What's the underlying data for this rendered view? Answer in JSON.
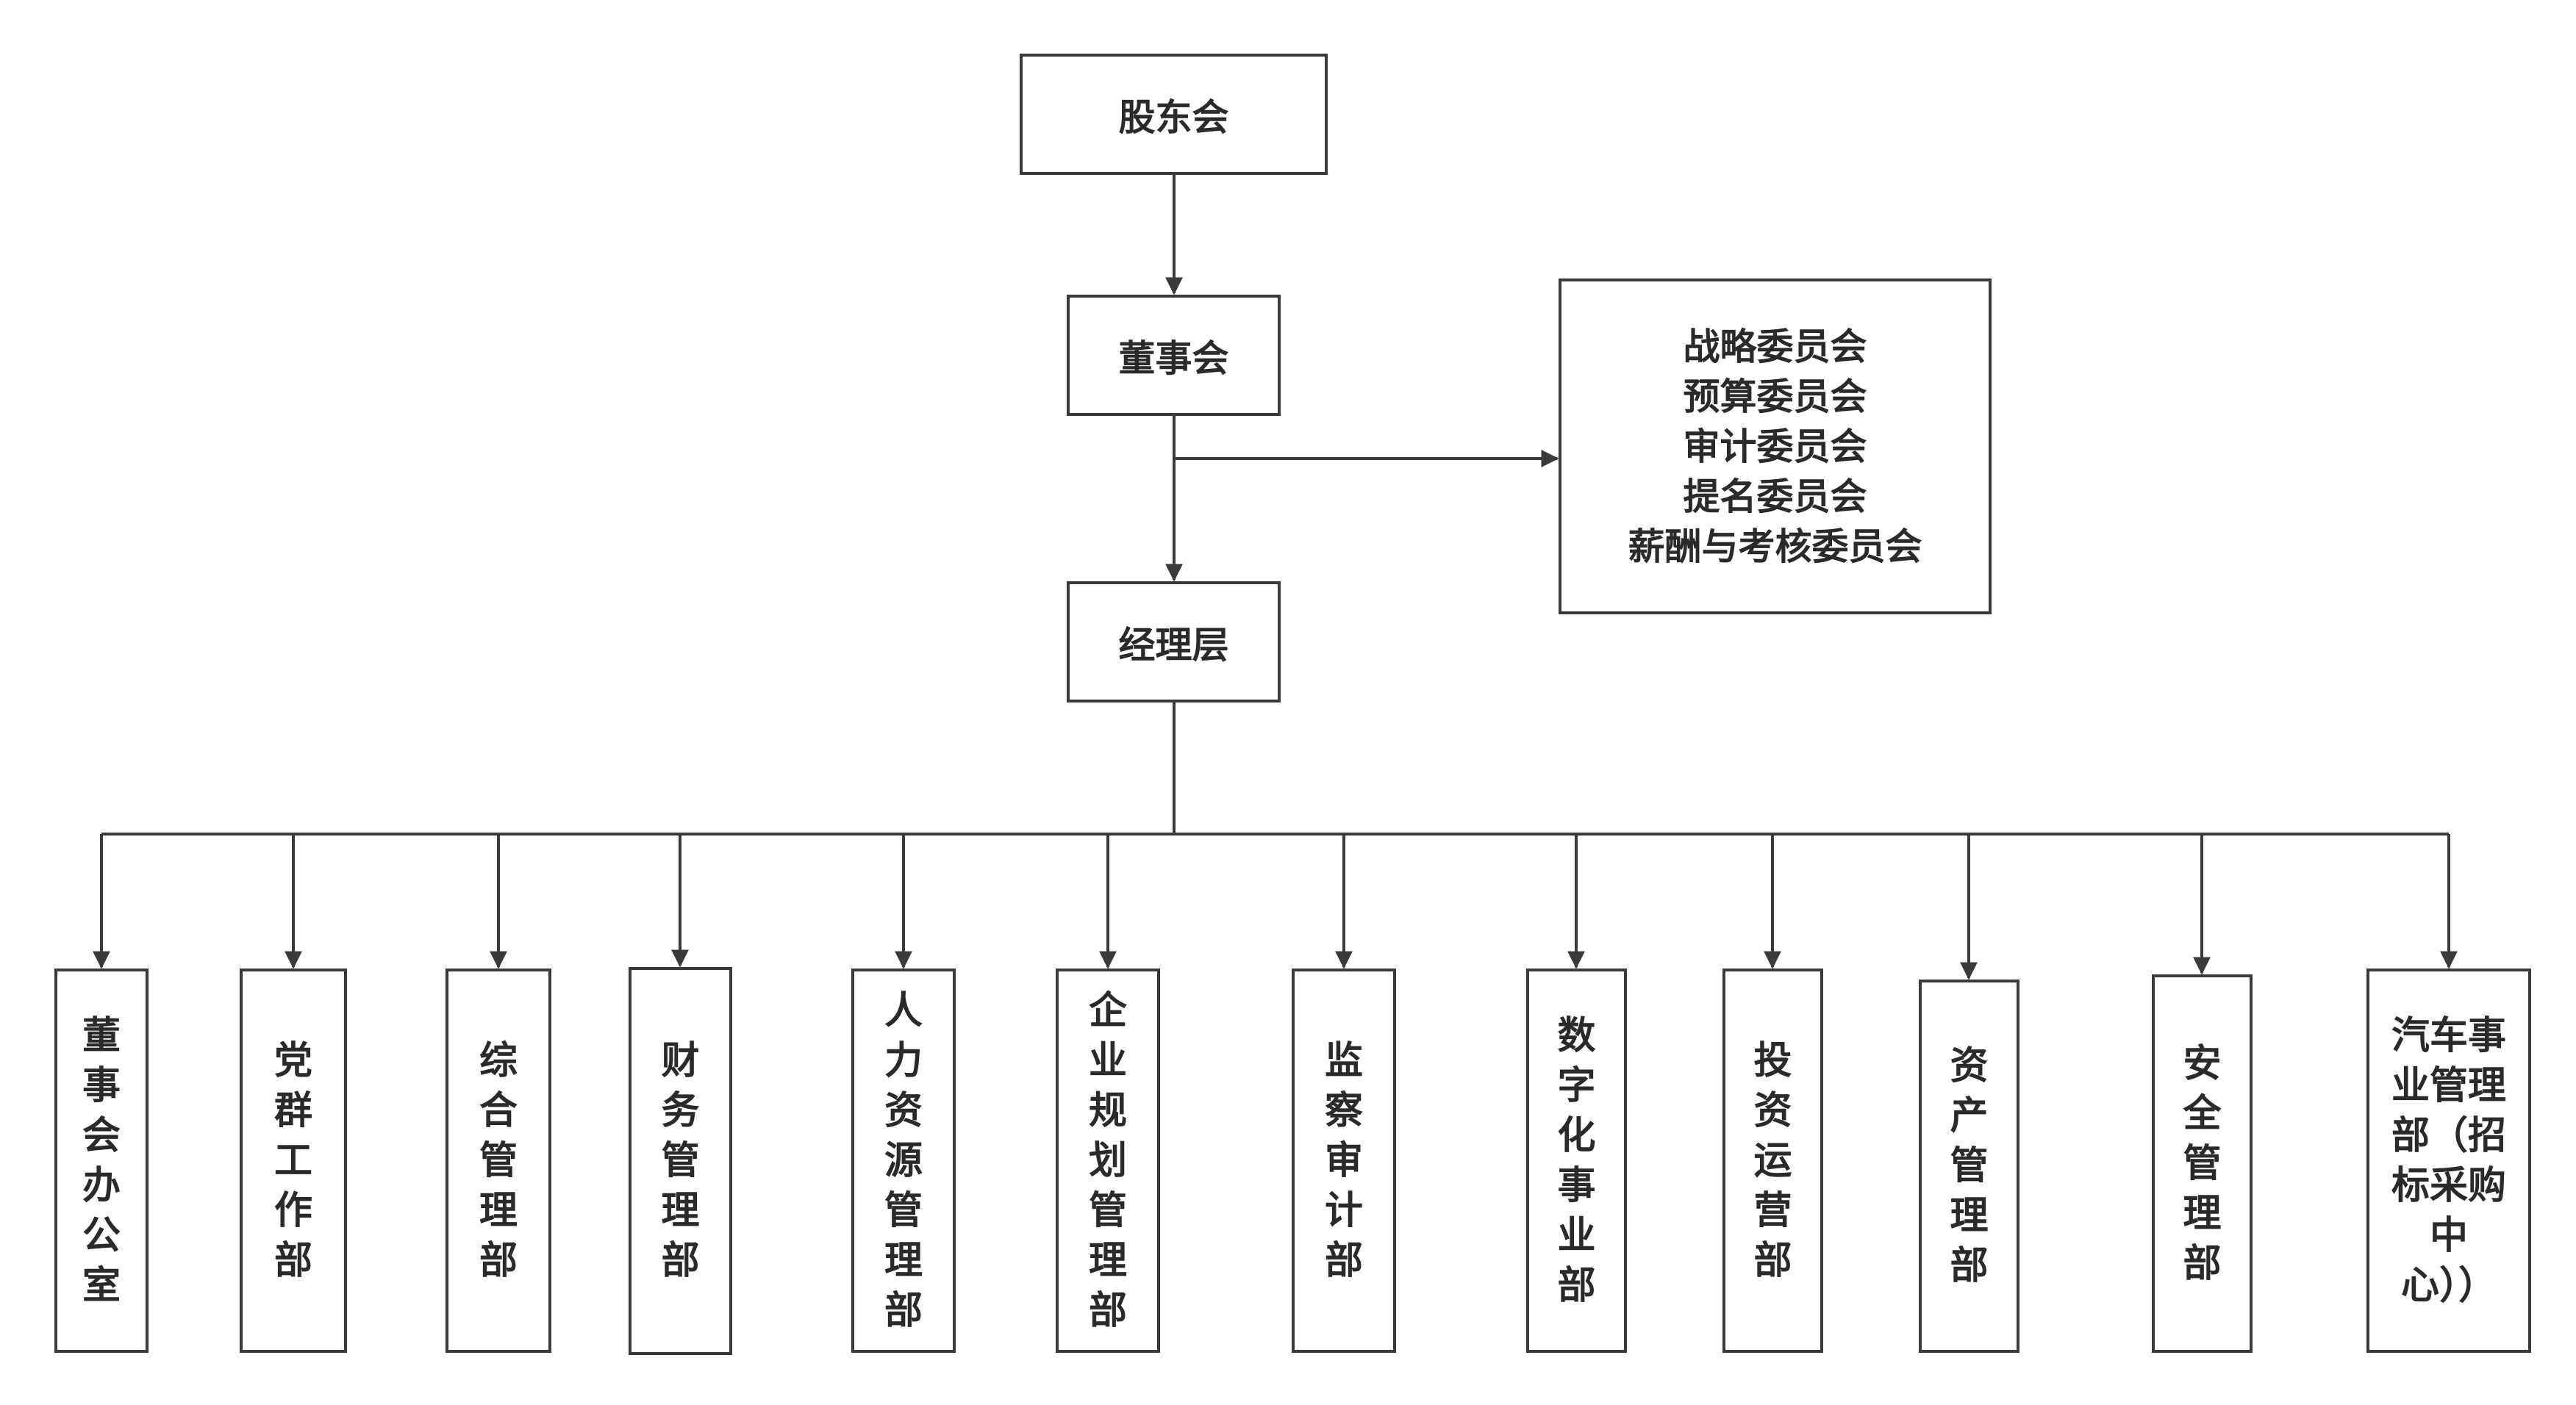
{
  "diagram": {
    "shareholders": "股东会",
    "board": "董事会",
    "management": "经理层",
    "committees": [
      "战略委员会",
      "预算委员会",
      "审计委员会",
      "提名委员会",
      "薪酬与考核委员会"
    ],
    "departments": [
      {
        "name": "董事会办公室",
        "vertical": "董\n事\n会\n办\n公\n室"
      },
      {
        "name": "党群工作部",
        "vertical": "党\n群\n工\n作\n部"
      },
      {
        "name": "综合管理部",
        "vertical": "综\n合\n管\n理\n部"
      },
      {
        "name": "财务管理部",
        "vertical": "财\n务\n管\n理\n部"
      },
      {
        "name": "人力资源管理部",
        "vertical": "人\n力\n资\n源\n管\n理\n部"
      },
      {
        "name": "企业规划管理部",
        "vertical": "企\n业\n规\n划\n管\n理\n部"
      },
      {
        "name": "监察审计部",
        "vertical": "监\n察\n审\n计\n部"
      },
      {
        "name": "数字化事业部",
        "vertical": "数\n字\n化\n事\n业\n部"
      },
      {
        "name": "投资运营部",
        "vertical": "投\n资\n运\n营\n部"
      },
      {
        "name": "资产管理部",
        "vertical": "资\n产\n管\n理\n部"
      },
      {
        "name": "安全管理部",
        "vertical": "安\n全\n管\n理\n部"
      },
      {
        "name": "汽车事业管理部（招标采购中心））",
        "vertical": "汽车事\n业管理\n部（招\n标采购\n中\n心））"
      }
    ]
  },
  "colors": {
    "line": "#3a3a3a",
    "text": "#2a2a2a"
  }
}
